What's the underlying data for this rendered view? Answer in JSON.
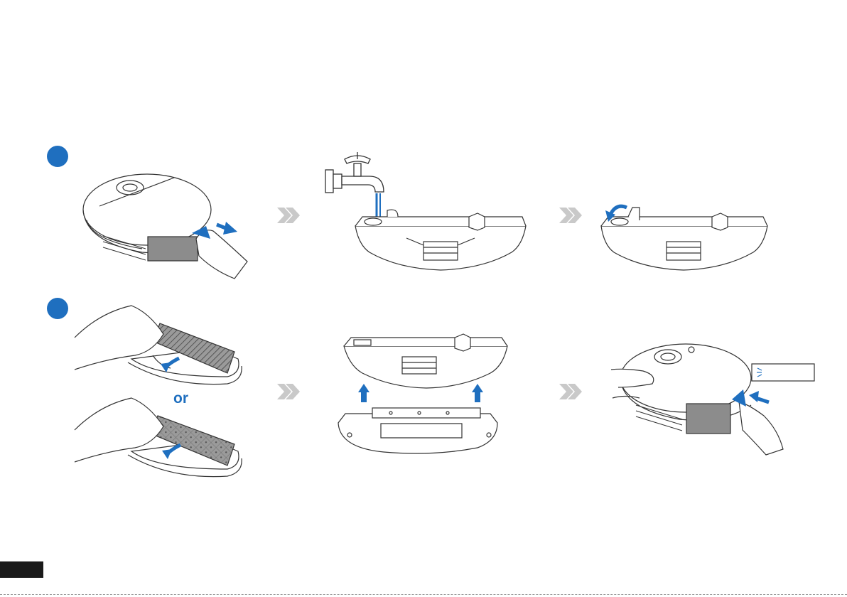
{
  "steps": [
    {
      "marker": "step-1-badge",
      "color": "#1f6fbf"
    },
    {
      "marker": "step-2-badge",
      "color": "#1f6fbf"
    }
  ],
  "labels": {
    "or": "or"
  },
  "colors": {
    "accent": "#1f6fbf",
    "arrow_gray": "#c9c9c9",
    "line": "#333333"
  },
  "icons": [
    "chevron-double-right-icon",
    "arrow-up-icon",
    "rotate-arrow-icon",
    "water-faucet-icon"
  ]
}
